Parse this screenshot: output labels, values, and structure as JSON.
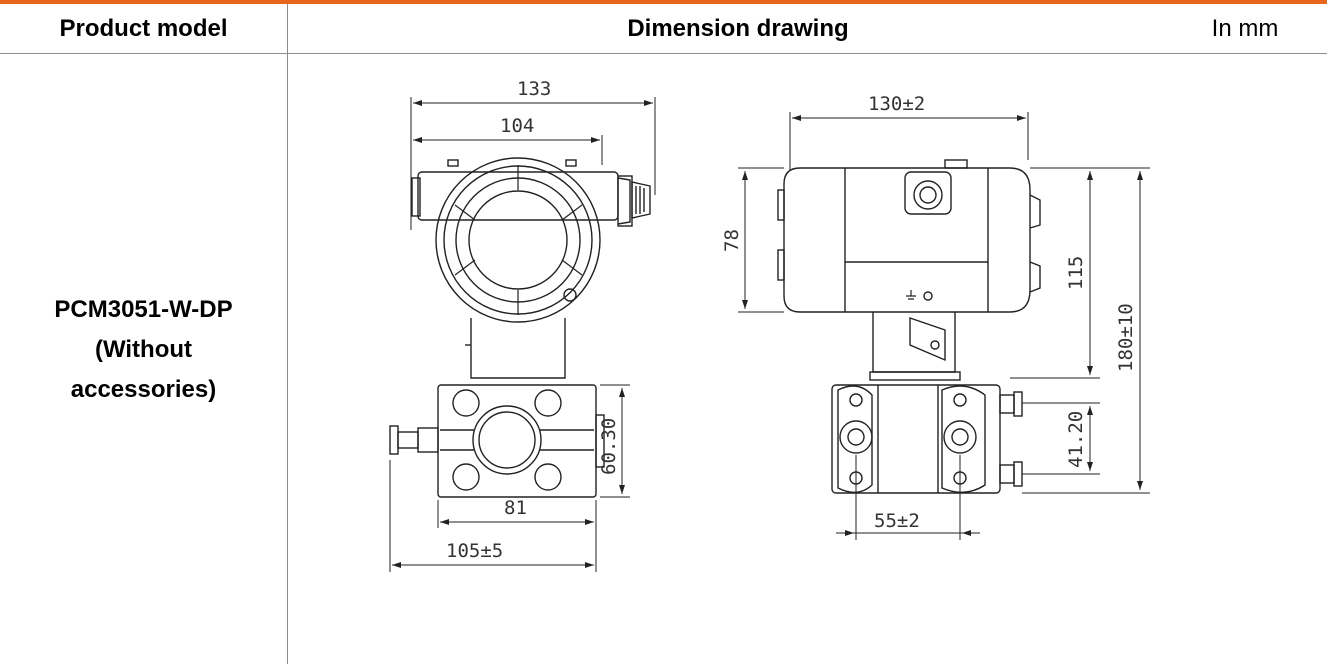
{
  "accent_color": "#e8651e",
  "header": {
    "product_model": "Product model",
    "dimension_drawing": "Dimension drawing",
    "unit": "In mm"
  },
  "row": {
    "model_lines": [
      "PCM3051-W-DP",
      "(Without",
      "accessories)"
    ]
  },
  "drawing": {
    "front_view": {
      "width_overall": "133",
      "width_housing": "104",
      "flange_height": "60.30",
      "flange_width": "81",
      "width_with_valve": "105±5"
    },
    "side_view": {
      "housing_length": "130±2",
      "housing_height": "78",
      "top_height": "115",
      "total_height": "180±10",
      "process_spacing": "41.20",
      "flange_width": "55±2"
    }
  }
}
